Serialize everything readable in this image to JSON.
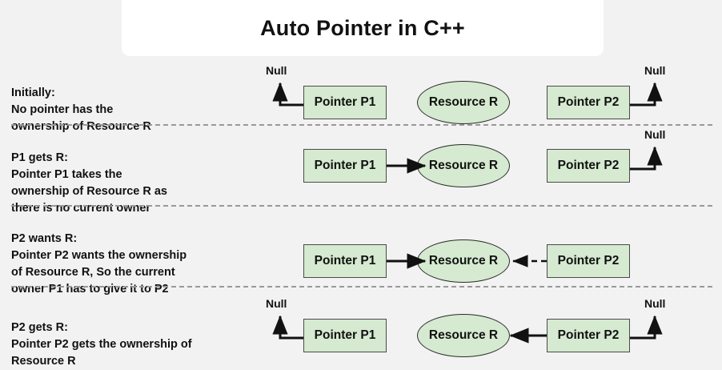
{
  "header": {
    "title": "Auto Pointer in C++"
  },
  "colors": {
    "background": "#f2f2f2",
    "title_card": "#ffffff",
    "node_fill": "#d5ead0",
    "node_stroke": "#4a4a4a",
    "divider": "#999999",
    "text": "#111111"
  },
  "labels": {
    "pointer_p1": "Pointer P1",
    "pointer_p2": "Pointer P2",
    "resource_r": "Resource R",
    "null": "Null"
  },
  "rows": [
    {
      "id": "initially",
      "heading": "Initially:",
      "description": "No pointer has the\nownership of Resource R",
      "p1_null": true,
      "p2_null": true,
      "p1_to_r": "none",
      "p2_to_r": "none"
    },
    {
      "id": "p1-gets-r",
      "heading": "P1 gets R:",
      "description": "Pointer P1 takes the\nownership of Resource R as\nthere is no current owner",
      "p1_null": false,
      "p2_null": true,
      "p1_to_r": "solid",
      "p2_to_r": "none"
    },
    {
      "id": "p2-wants-r",
      "heading": "P2 wants R:",
      "description": "Pointer P2 wants the ownership\nof Resource R, So the current\nowner P1 has to give it to P2",
      "p1_null": false,
      "p2_null": false,
      "p1_to_r": "solid",
      "p2_to_r": "dashed"
    },
    {
      "id": "p2-gets-r",
      "heading": "P2 gets R:",
      "description": "Pointer P2 gets the ownership of\nResource R",
      "p1_null": true,
      "p2_null": true,
      "p1_to_r": "none",
      "p2_to_r": "solid"
    }
  ],
  "dividers": [
    155,
    256,
    357
  ]
}
